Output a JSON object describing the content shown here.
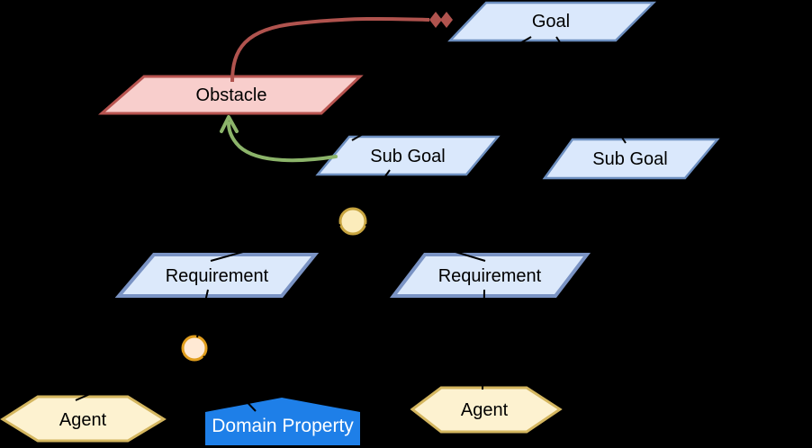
{
  "diagram": {
    "kind": "goal-model",
    "nodes": {
      "goal": {
        "label": "Goal",
        "shape": "parallelogram"
      },
      "subgoal_left": {
        "label": "Sub Goal",
        "shape": "parallelogram"
      },
      "subgoal_right": {
        "label": "Sub Goal",
        "shape": "parallelogram"
      },
      "obstacle": {
        "label": "Obstacle",
        "shape": "parallelogram"
      },
      "requirement_left": {
        "label": "Requirement",
        "shape": "parallelogram"
      },
      "requirement_right": {
        "label": "Requirement",
        "shape": "parallelogram"
      },
      "agent_left": {
        "label": "Agent",
        "shape": "hexagon"
      },
      "agent_right": {
        "label": "Agent",
        "shape": "hexagon"
      },
      "domain_property": {
        "label": "Domain Property",
        "shape": "pentagon"
      },
      "and_join_upper": {
        "label": "",
        "shape": "circle"
      },
      "and_join_lower": {
        "label": "",
        "shape": "circle"
      }
    },
    "edges": [
      {
        "from": "obstacle",
        "to": "goal",
        "color": "#b0534e",
        "style": "curved",
        "arrowhead": "double-diamond"
      },
      {
        "from": "subgoal_left",
        "to": "obstacle",
        "color": "#8cb46a",
        "style": "curved",
        "arrowhead": "open-arrow"
      },
      {
        "from": "goal",
        "to": "subgoal_left",
        "color": "#000000",
        "style": "straight",
        "arrowhead": "none"
      },
      {
        "from": "goal",
        "to": "subgoal_right",
        "color": "#000000",
        "style": "straight",
        "arrowhead": "none"
      },
      {
        "from": "subgoal_left",
        "to": "and_join_upper",
        "color": "#000000",
        "style": "straight",
        "arrowhead": "none"
      },
      {
        "from": "and_join_upper",
        "to": "requirement_left",
        "color": "#000000",
        "style": "straight",
        "arrowhead": "none"
      },
      {
        "from": "and_join_upper",
        "to": "requirement_right",
        "color": "#000000",
        "style": "straight",
        "arrowhead": "none"
      },
      {
        "from": "requirement_left",
        "to": "and_join_lower",
        "color": "#000000",
        "style": "straight",
        "arrowhead": "none"
      },
      {
        "from": "and_join_lower",
        "to": "agent_left",
        "color": "#000000",
        "style": "straight",
        "arrowhead": "none"
      },
      {
        "from": "and_join_lower",
        "to": "domain_property",
        "color": "#000000",
        "style": "straight",
        "arrowhead": "none"
      },
      {
        "from": "requirement_right",
        "to": "agent_right",
        "color": "#000000",
        "style": "straight",
        "arrowhead": "none"
      }
    ]
  },
  "palette": {
    "background": "#000000",
    "goal_fill": "#dae8fc",
    "goal_stroke": "#6c8ebf",
    "requirement_fill": "#dce9fb",
    "requirement_stroke": "#7a93c4",
    "obstacle_fill": "#f8cecc",
    "obstacle_stroke": "#b85450",
    "agent_fill": "#fdf2d0",
    "agent_stroke": "#d4b65f",
    "join_upper_fill": "#fbecbb",
    "join_upper_stroke": "#c7a43f",
    "join_lower_fill": "#ffe9d4",
    "join_lower_stroke": "#e09d1d",
    "domain_fill": "#1e7fe8",
    "domain_text": "#ffffff",
    "edge_black": "#000000",
    "edge_red": "#b0534e",
    "edge_green": "#8cb46a",
    "label_color": "#000000"
  }
}
